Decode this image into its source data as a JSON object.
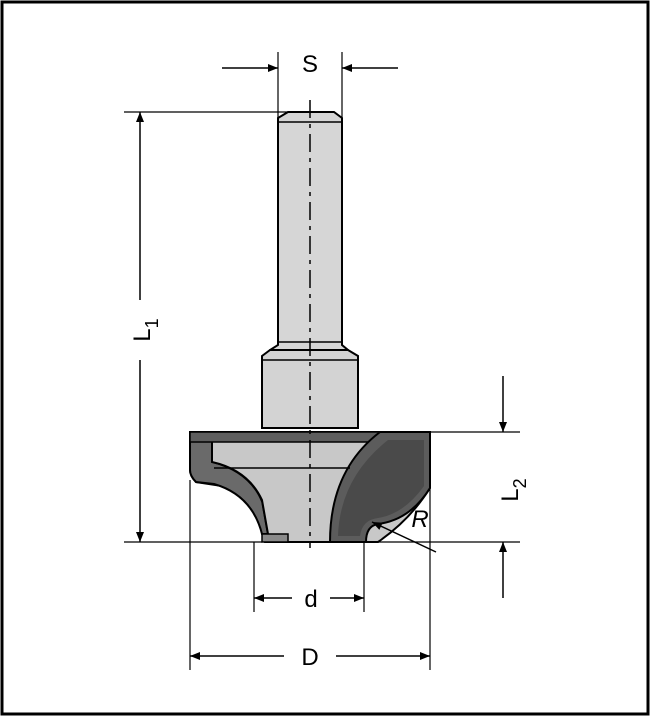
{
  "labels": {
    "S": "S",
    "L1_main": "L",
    "L1_sub": "1",
    "L2_main": "L",
    "L2_sub": "2",
    "R": "R",
    "d": "d",
    "D": "D"
  },
  "colors": {
    "outline": "#000000",
    "shank_fill": "#d6d6d6",
    "body_fill": "#c8c8c8",
    "cutter_fill": "#5c5c5c",
    "background": "#ffffff"
  }
}
